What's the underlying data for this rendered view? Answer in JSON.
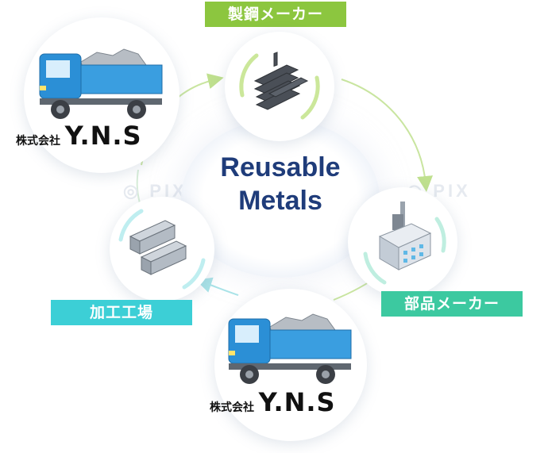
{
  "center": {
    "line1": "Reusable",
    "line2": "Metals"
  },
  "labels": {
    "steel_maker": "製鋼メーカー",
    "parts_maker": "部品メーカー",
    "processing_plant": "加工工場"
  },
  "companies": [
    {
      "prefix": "株式会社",
      "name": "Y.N.S"
    },
    {
      "prefix": "株式会社",
      "name": "Y.N.S"
    }
  ],
  "colors": {
    "steel_label": "#8cc63f",
    "parts_label": "#3cc9a0",
    "processing_label": "#3ccfd6",
    "center_text": "#1f3c7a",
    "arrow": "#c9e5a0",
    "truck_cab": "#2b8fd6",
    "truck_bed": "#3a9ee0"
  },
  "icons": {
    "steel": "steel-beams-icon",
    "factory": "factory-icon",
    "plant": "warehouse-buildings-icon",
    "truck": "dump-truck-icon"
  }
}
